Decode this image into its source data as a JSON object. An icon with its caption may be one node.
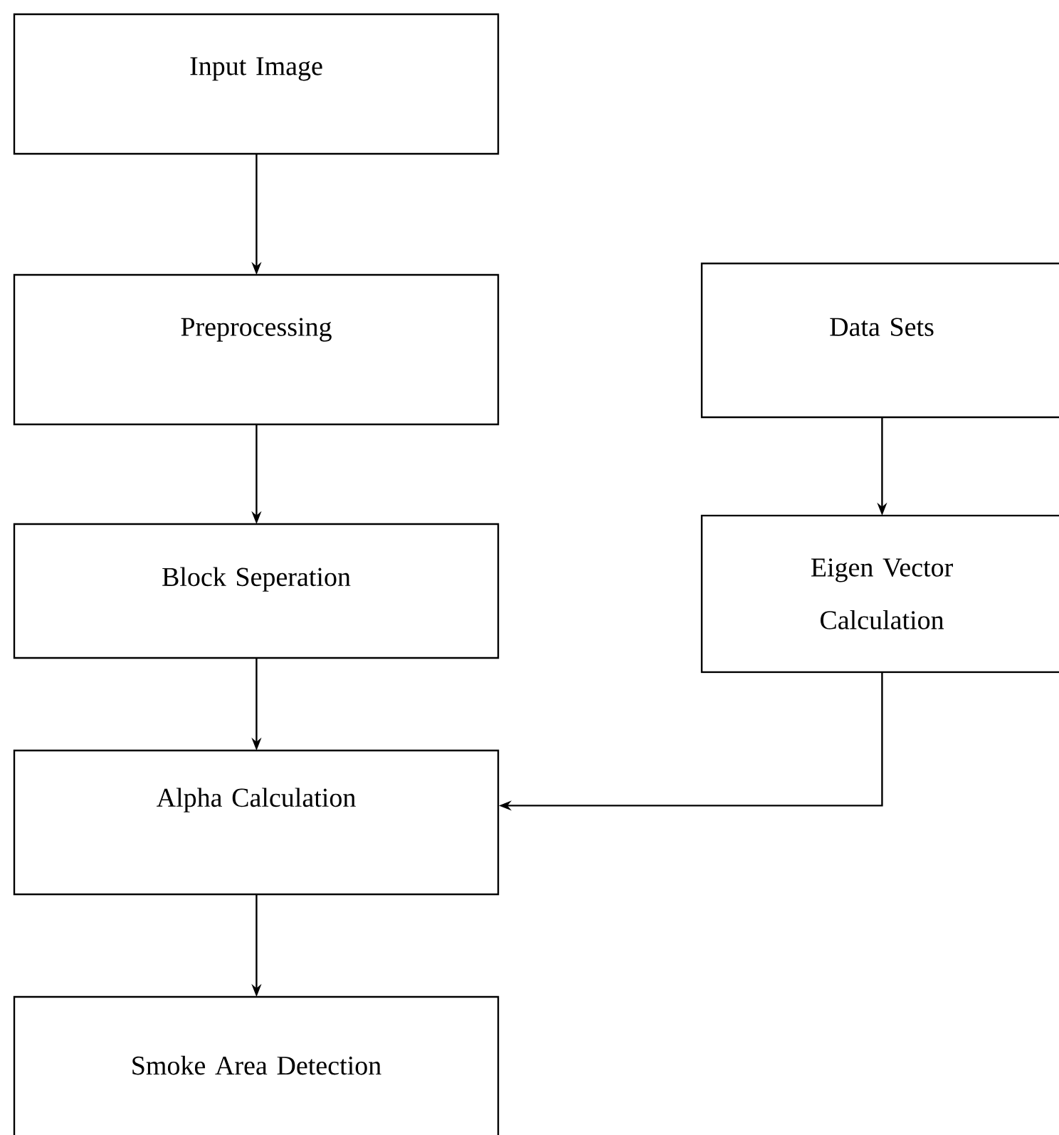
{
  "diagram": {
    "nodes": [
      {
        "text": [
          "Input Image"
        ]
      },
      {
        "text": [
          "Preprocessing"
        ]
      },
      {
        "text": [
          "Block Seperation"
        ]
      },
      {
        "text": [
          "Alpha Calculation"
        ]
      },
      {
        "text": [
          "Smoke Area Detection"
        ]
      },
      {
        "text": [
          "Data Sets"
        ]
      },
      {
        "text": [
          "Eigen Vector Calculation"
        ]
      }
    ],
    "edges": [
      {
        "from": 0,
        "to": 1,
        "arrow": "to"
      },
      {
        "from": 1,
        "to": 2,
        "arrow": "to"
      },
      {
        "from": 2,
        "to": 3,
        "arrow": "to"
      },
      {
        "from": 3,
        "to": 4,
        "arrow": "to"
      },
      {
        "from": 5,
        "to": 6,
        "arrow": "to"
      },
      {
        "from": 6,
        "to": 3,
        "arrow": "to"
      }
    ]
  }
}
